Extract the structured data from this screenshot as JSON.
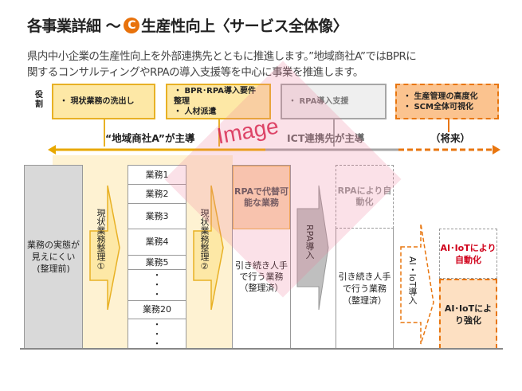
{
  "title": {
    "prefix": "各事業詳細 ～",
    "badge": "C",
    "suffix": "生産性向上〈サービス全体像〉"
  },
  "description": [
    "県内中小企業の生産性向上を外部連携先とともに推進します。”地域商社A”ではBPRに",
    "関するコンサルティングやRPAの導入支援等を中心に事業を推進します。"
  ],
  "roles": {
    "label": "役割",
    "boxes": [
      {
        "items": [
          "現状業務の洗出し"
        ]
      },
      {
        "items": [
          "BPR･RPA導入要件整理",
          "人材派遣"
        ]
      },
      {
        "items": [
          "RPA導入支援"
        ]
      },
      {
        "items": [
          "生産管理の高度化",
          "SCM全体可視化"
        ]
      }
    ]
  },
  "leads": [
    "“地域商社A”が主導",
    "ICT連携先が主導",
    "（将来）"
  ],
  "flow": {
    "before": "業務の実態が見えにくい(整理前)",
    "arrow1": "現状業務整理①",
    "tasks": [
      "業務1",
      "業務2",
      "業務3",
      "業務4",
      "業務5",
      "・\n・\n・",
      "業務20",
      "・\n・\n・"
    ],
    "arrow2": "現状業務整理②",
    "rpa_replaceable": "RPAで代替可能な業務",
    "manual1": "引き続き人手で行う業務（整理済）",
    "arrow3": "RPA導入",
    "rpa_automated": "RPAにより自動化",
    "manual2": "引き続き人手で行う業務（整理済）",
    "arrow4": "AI・IoT導入",
    "ai_automated": "AI･IoTにより自動化",
    "ai_enhanced": "AI･IoTにより強化"
  },
  "watermark": "Image",
  "colors": {
    "accent": "#e8720c",
    "yellow": "#fde8a6",
    "red": "#d0021b"
  }
}
